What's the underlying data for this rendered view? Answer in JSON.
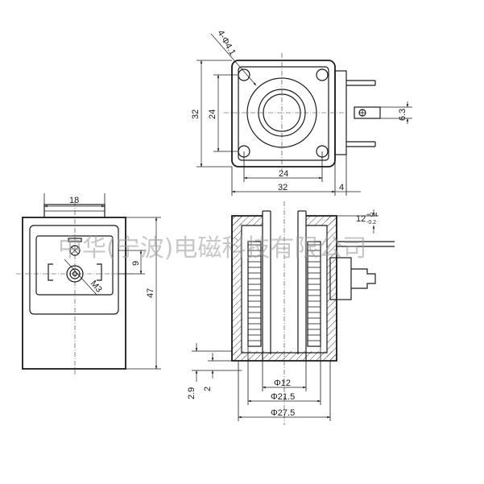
{
  "watermark": "中华(宁波)电磁科技有限公司",
  "top_view": {
    "hole_label": "4-Φ4.1",
    "dim_height_outer": "32",
    "dim_height_inner": "24",
    "dim_width_inner": "24",
    "dim_width_outer": "32",
    "dim_terminal_offset": "4",
    "dim_terminal_height": "6.3"
  },
  "connector_view": {
    "dim_width": "18",
    "dim_offset": "9",
    "dim_height": "47",
    "thread_label": "M3"
  },
  "section_view": {
    "dim_depth": "12",
    "dim_depth_tol_upper": "+0.4",
    "dim_depth_tol_lower": "-0.2",
    "dim_bore": "Φ12",
    "dim_mid": "Φ21.5",
    "dim_outer": "Φ27.5",
    "dim_flange_2_9": "2.9",
    "dim_flange_2": "2"
  }
}
